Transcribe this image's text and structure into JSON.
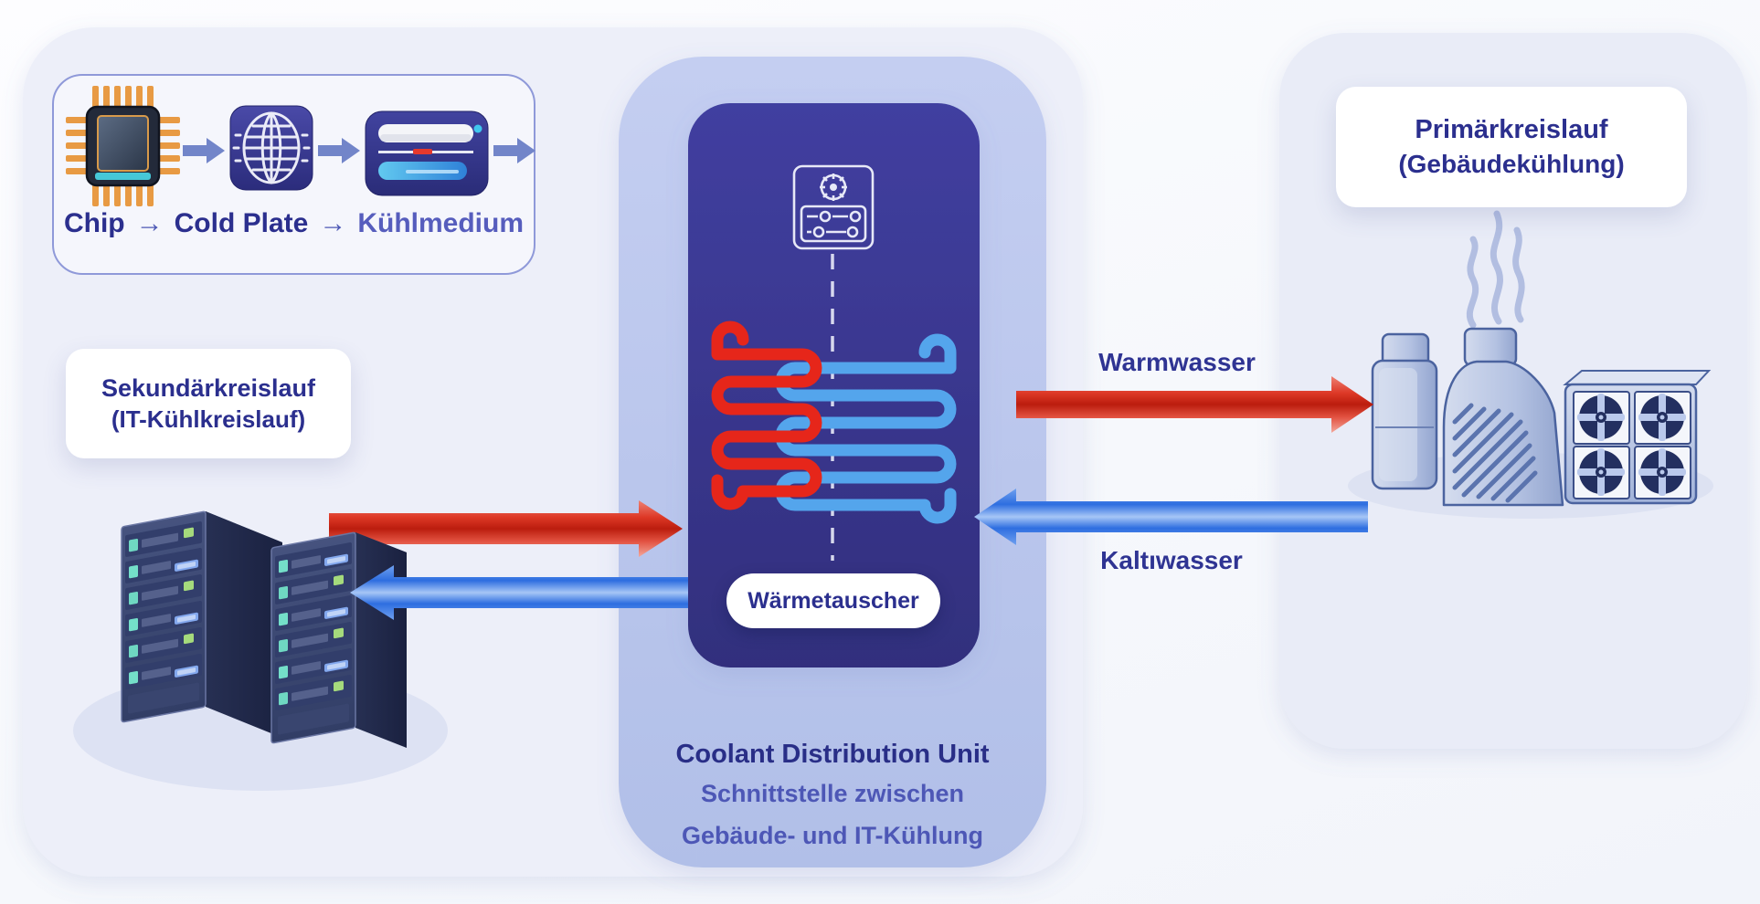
{
  "chip_flow": {
    "chip": "Chip",
    "arrow1": "→",
    "cold_plate": "Cold Plate",
    "arrow2": "→",
    "medium": "Kühlmedium"
  },
  "secondary_loop_label": {
    "line1": "Sekundärkreislauf",
    "line2": "(IT-Kühlkreislauf)"
  },
  "primary_loop_label": {
    "line1": "Primärkreislauf",
    "line2": "(Gebäudekühlung)"
  },
  "cdu": {
    "heat_exchanger": "Wärmetauscher",
    "title": "Coolant Distribution Unit",
    "subtitle_line1": "Schnittstelle zwischen",
    "subtitle_line2": "Gebäude- und IT-Kühlung"
  },
  "flow_labels": {
    "warm_water": "Warmwasser",
    "cold_water": "Kaltıwasser"
  },
  "colors": {
    "hot_flow": "#d42513",
    "cold_flow": "#2e6ee0",
    "cdu_panel": "#37357f",
    "label_text": "#2b2f8e"
  }
}
